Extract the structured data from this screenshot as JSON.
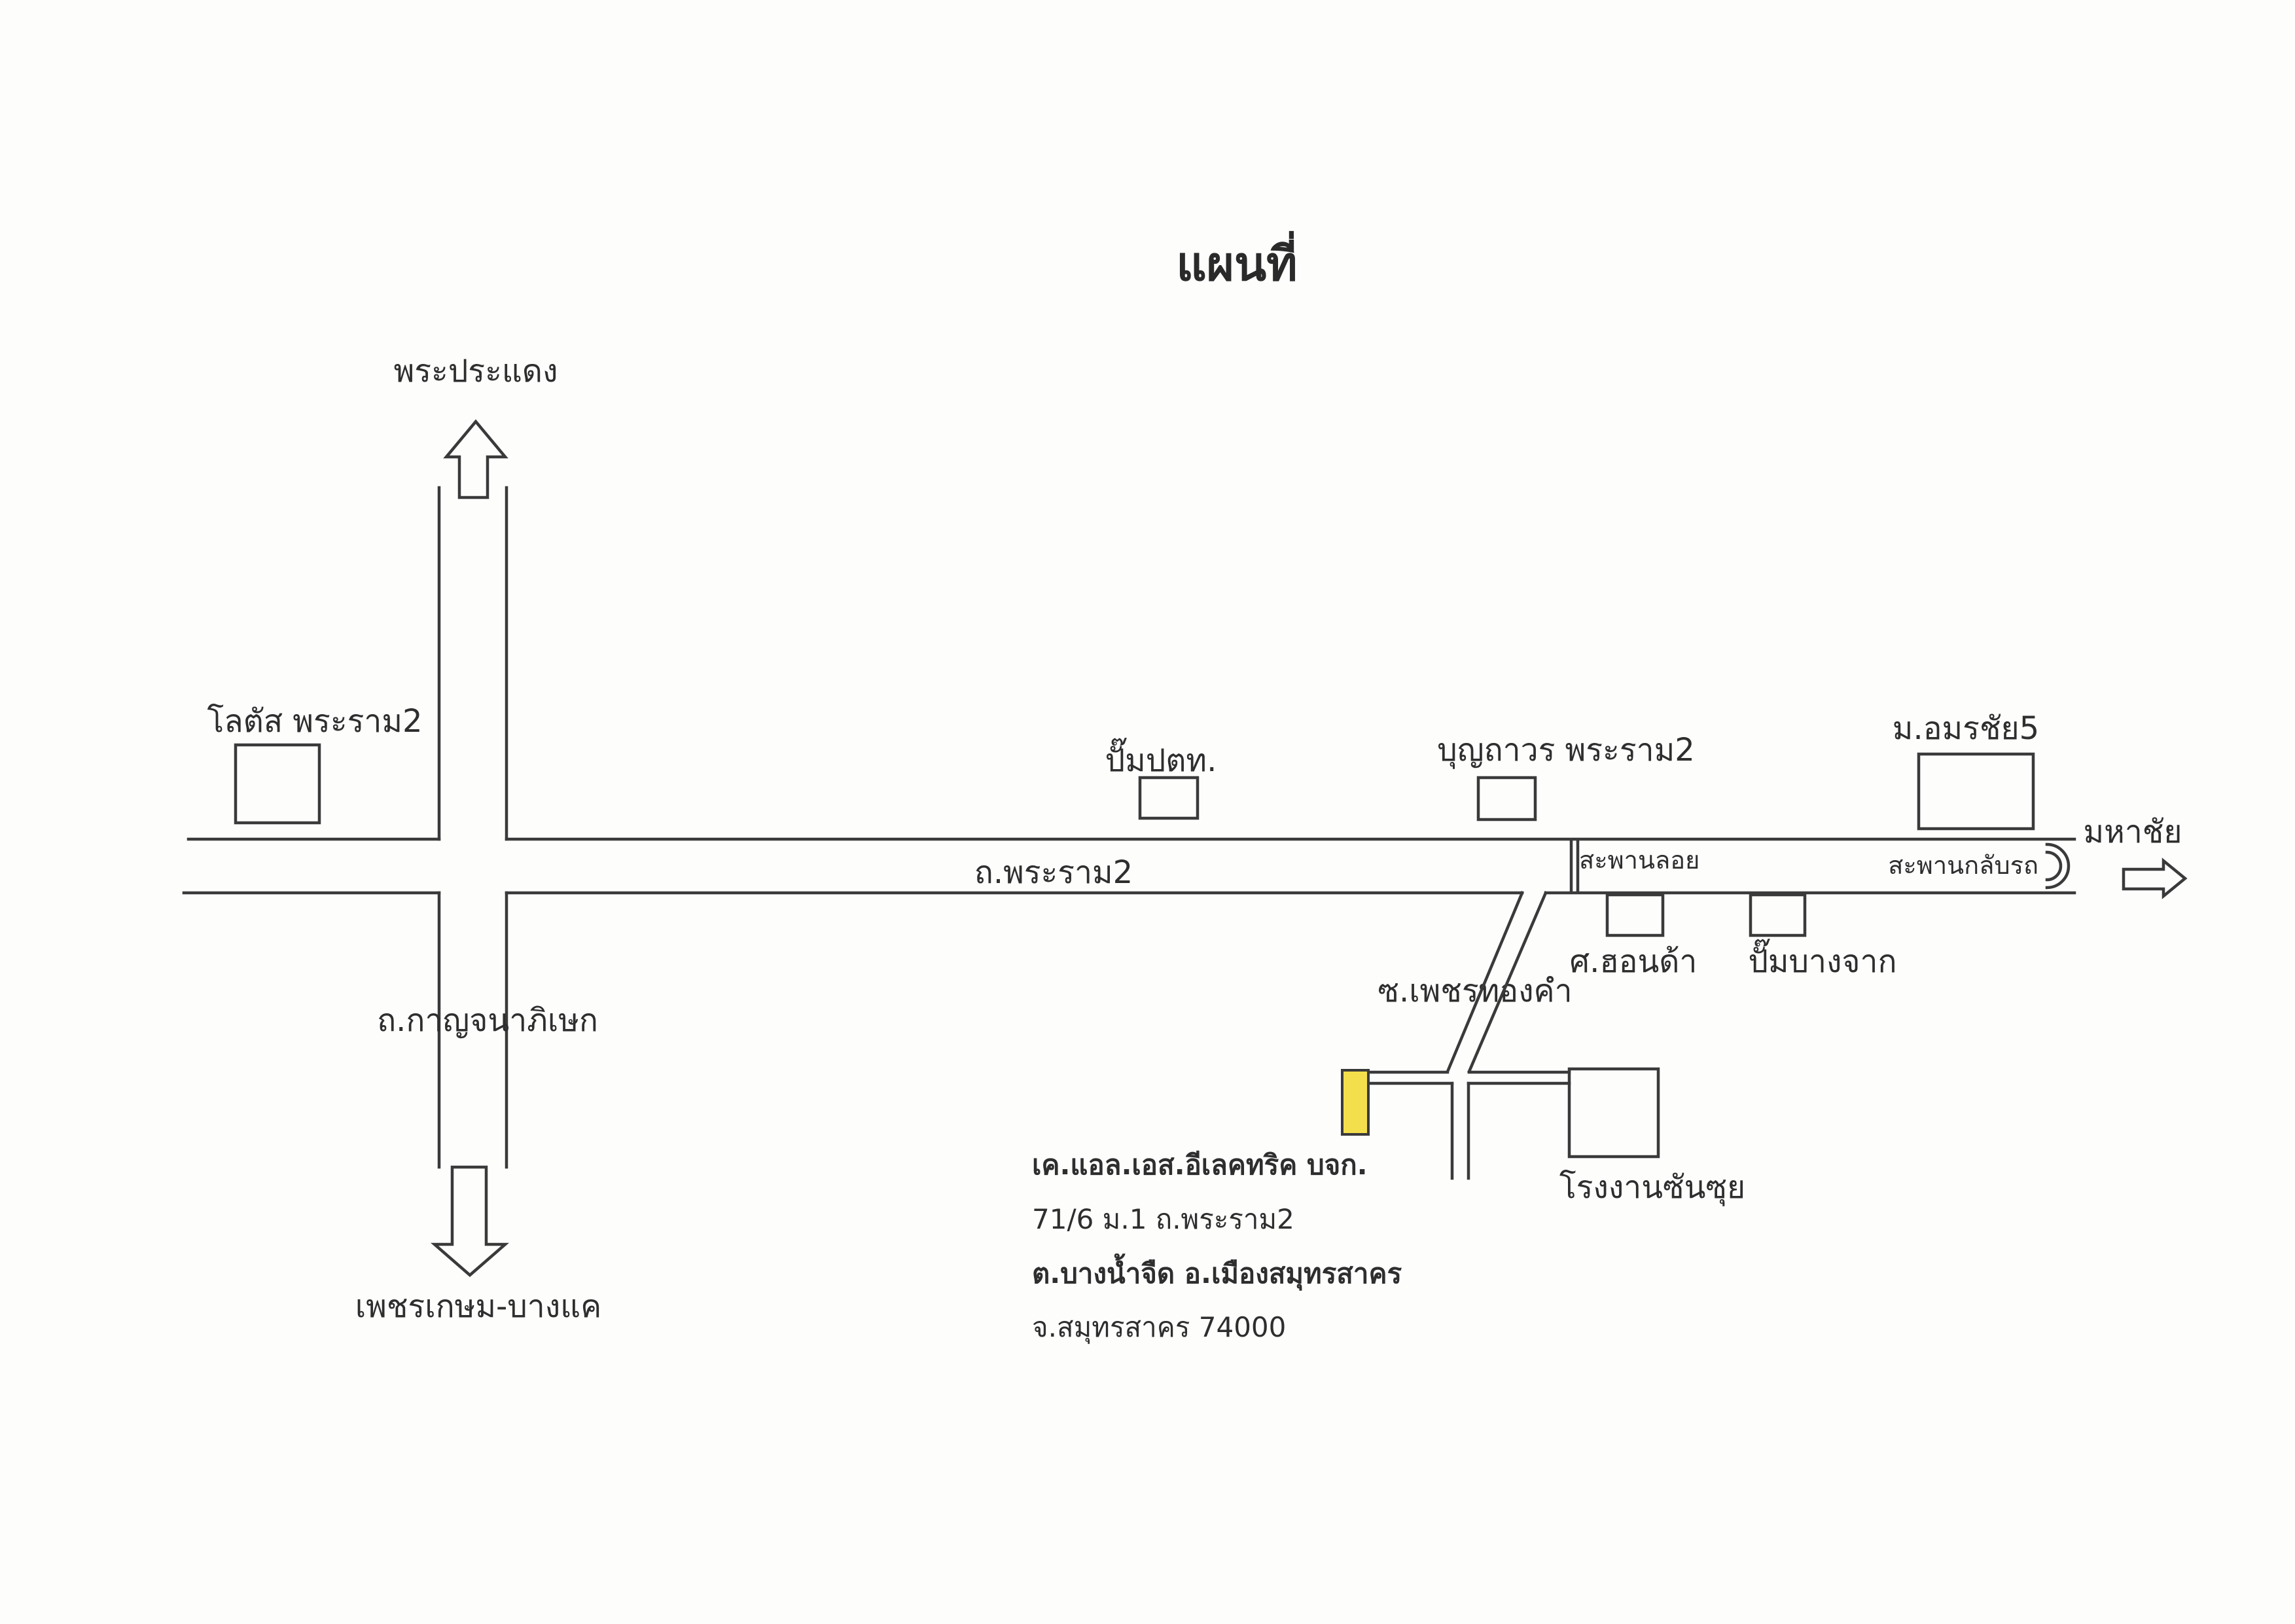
{
  "title": "แผนที่",
  "directions": {
    "north": "พระประแดง",
    "south": "เพชรเกษม-บางแค",
    "east": "มหาชัย"
  },
  "roads": {
    "main": "ถ.พระราม2",
    "cross": "ถ.กาญจนาภิเษก",
    "soi": "ซ.เพชรทองคำ"
  },
  "landmarks": {
    "lotus": "โลตัส พระราม2",
    "ptt": "ปั๊มปตท.",
    "boonthavorn": "บุญถาวร พระราม2",
    "amornchai": "ม.อมรชัย5",
    "honda": "ศ.ฮอนด้า",
    "bangchak": "ปั๊มบางจาก",
    "sansui": "โรงงานซันซุย"
  },
  "features": {
    "footbridge": "สะพานลอย",
    "uturn": "สะพานกลับรถ"
  },
  "company": {
    "name": "เค.แอล.เอส.อีเลคทริค บจก.",
    "address_line1": "71/6 ม.1 ถ.พระราม2",
    "address_line2": "ต.บางน้ำจืด อ.เมืองสมุทรสาคร",
    "address_line3": "จ.สมุทรสาคร 74000"
  },
  "colors": {
    "ink": "#3a3a3a",
    "highlight": "#f3df4c",
    "paper": "#fdfdfc"
  }
}
